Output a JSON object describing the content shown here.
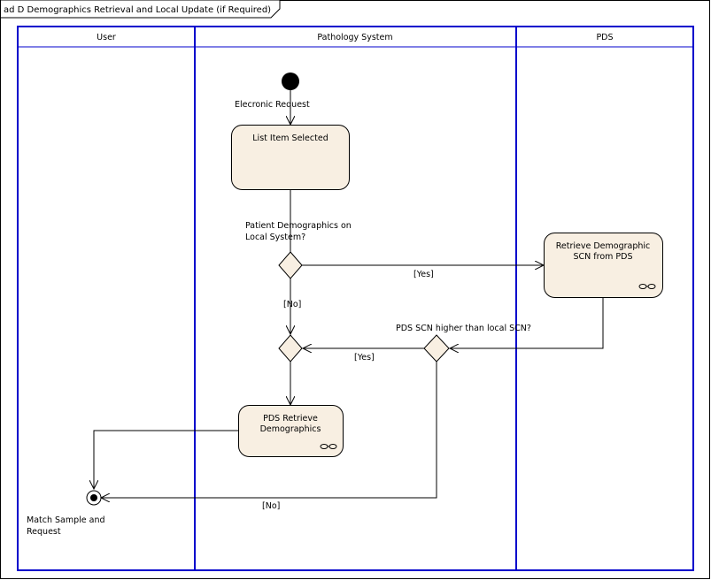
{
  "frame": {
    "title": "ad D Demographics Retrieval and Local Update (if Required)"
  },
  "swimlanes": [
    {
      "name": "User"
    },
    {
      "name": "Pathology System"
    },
    {
      "name": "PDS"
    }
  ],
  "nodes": {
    "initial_label": "Elecronic Request",
    "list_item": "List Item Selected",
    "retrieve_scn_line1": "Retrieve Demographic",
    "retrieve_scn_line2": "SCN from PDS",
    "pds_retrieve_line1": "PDS Retrieve",
    "pds_retrieve_line2": "Demographics",
    "final_label_line1": "Match Sample and",
    "final_label_line2": "Request"
  },
  "decisions": {
    "local_check_line1": "Patient Demographics on",
    "local_check_line2": "Local System?",
    "scn_check": "PDS SCN higher than local SCN?"
  },
  "guards": {
    "yes_to_pds": "[Yes]",
    "no_local": "[No]",
    "yes_scn": "[Yes]",
    "no_scn": "[No]"
  },
  "colors": {
    "lane_border": "#0000cc",
    "node_fill": "#f8efe2",
    "line": "#000000"
  }
}
